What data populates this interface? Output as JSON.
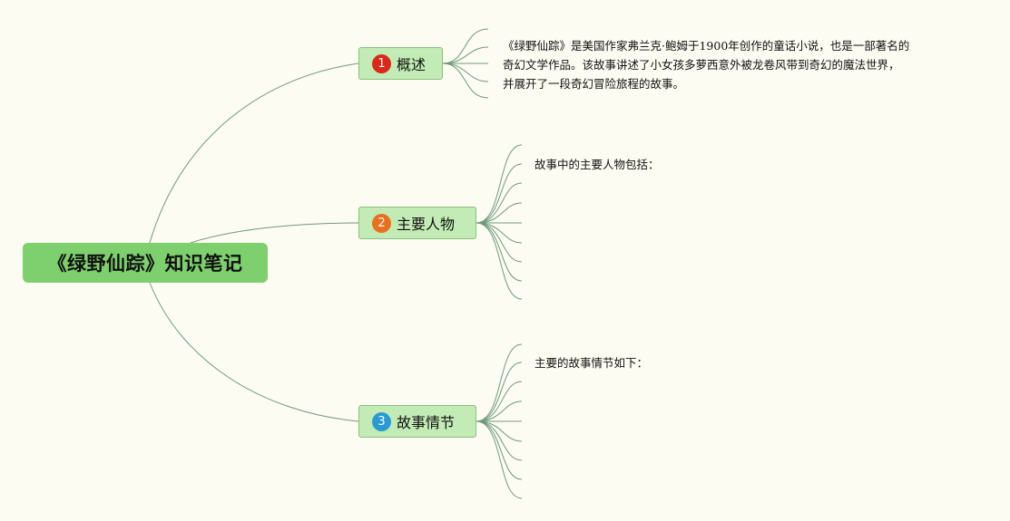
{
  "root": {
    "title": "《绿野仙踪》知识笔记",
    "fill": "#7ecf6e"
  },
  "topics": [
    {
      "number": "1",
      "label": "概述",
      "badge_color": "#d8291a",
      "notes": [
        "《绿野仙踪》是美国作家弗兰克·鲍姆于1900年创作的童话小说，也是一部著名的",
        "奇幻文学作品。该故事讲述了小女孩多萝西意外被龙卷风带到奇幻的魔法世界，",
        "并展开了一段奇幻冒险旅程的故事。"
      ]
    },
    {
      "number": "2",
      "label": "主要人物",
      "badge_color": "#e8701e",
      "notes": [
        "故事中的主要人物包括："
      ]
    },
    {
      "number": "3",
      "label": "故事情节",
      "badge_color": "#2a9ad6",
      "notes": [
        "主要的故事情节如下："
      ]
    }
  ],
  "colors": {
    "background": "#fdfcf2",
    "topic_fill": "#c3ebb5",
    "topic_border": "#8cbf80",
    "line": "#6f9a7c"
  }
}
